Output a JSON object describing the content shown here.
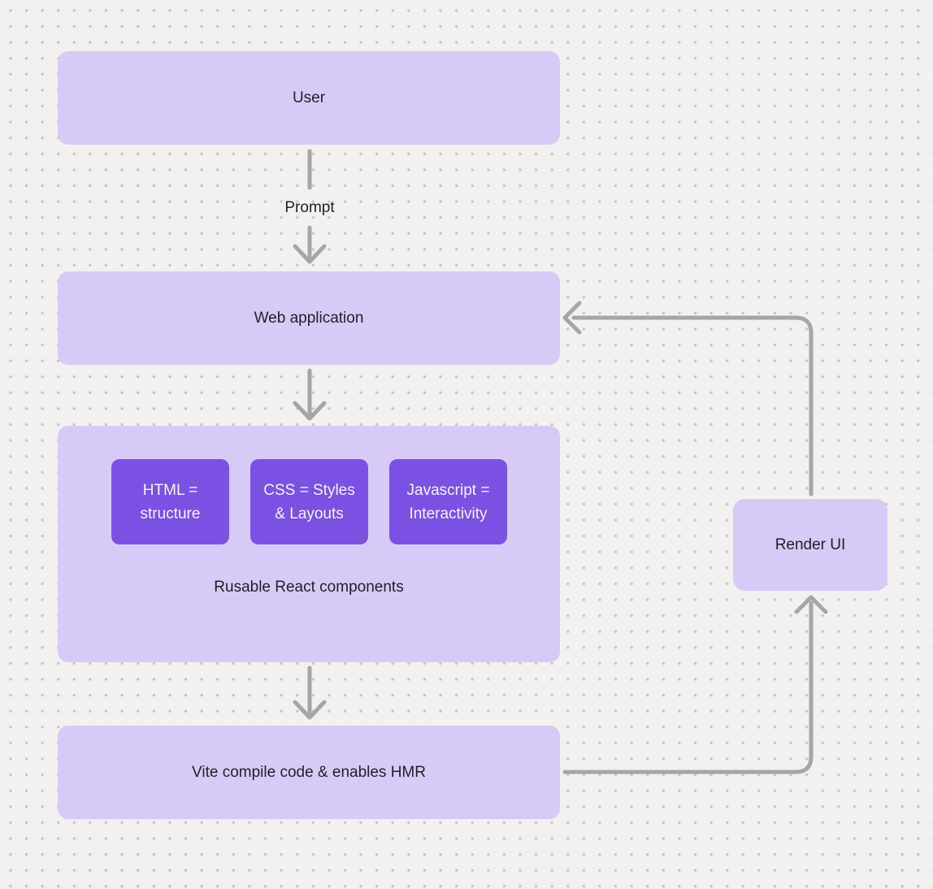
{
  "canvas": {
    "background": "#f2f1ef",
    "dot_color": "#c9c6c3",
    "node_fill": "#d8caf7",
    "chip_fill": "#7b51e4",
    "chip_text_color": "#f6f1ff",
    "arrow_color": "#a8a6a4",
    "text_color": "#221f27"
  },
  "nodes": {
    "user": {
      "label": "User"
    },
    "web_application": {
      "label": "Web application"
    },
    "components_group": {
      "label": "Rusable React components",
      "chips": [
        {
          "label": "HTML = structure"
        },
        {
          "label": "CSS = Styles & Layouts"
        },
        {
          "label": "Javascript = Interactivity"
        }
      ]
    },
    "vite": {
      "label": "Vite compile code & enables HMR"
    },
    "render_ui": {
      "label": "Render UI"
    }
  },
  "edges": {
    "prompt_label": "Prompt"
  }
}
